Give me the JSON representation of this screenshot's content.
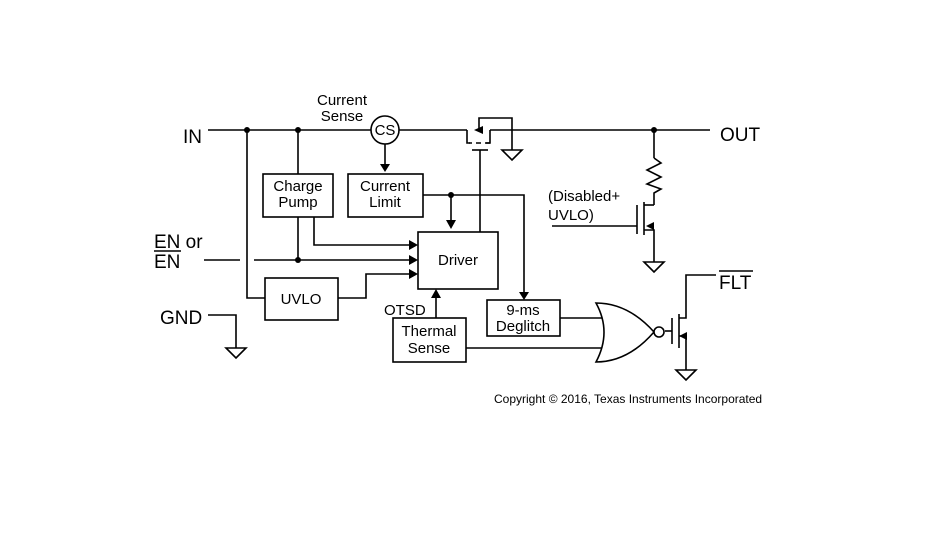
{
  "pins": {
    "in": "IN",
    "out": "OUT",
    "en_top": "EN",
    "en_or": " or",
    "en_bottom": "EN",
    "gnd": "GND",
    "flt": "FLT"
  },
  "labels": {
    "current_sense_1": "Current",
    "current_sense_2": "Sense",
    "cs": "CS",
    "otsd": "OTSD",
    "disabled_1": "(Disabled+",
    "disabled_2": "UVLO)"
  },
  "blocks": {
    "charge_pump_1": "Charge",
    "charge_pump_2": "Pump",
    "current_limit_1": "Current",
    "current_limit_2": "Limit",
    "driver": "Driver",
    "uvlo": "UVLO",
    "thermal_1": "Thermal",
    "thermal_2": "Sense",
    "deglitch_1": "9-ms",
    "deglitch_2": "Deglitch"
  },
  "copyright": "Copyright © 2016, Texas Instruments Incorporated"
}
